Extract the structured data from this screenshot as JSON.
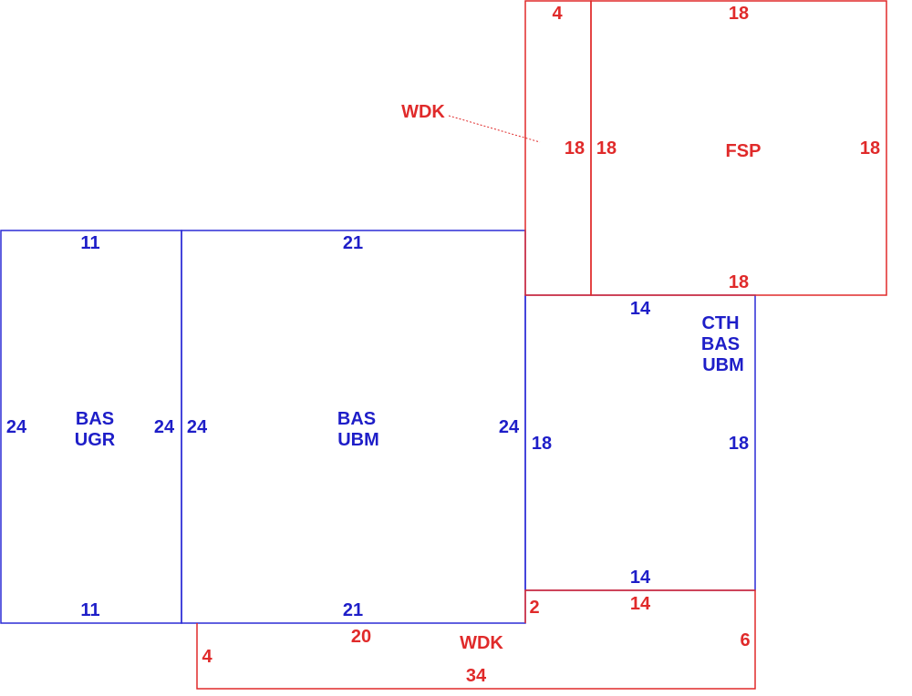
{
  "colors": {
    "main_structure": "#2b2bd6",
    "porch_deck": "#e02a2a"
  },
  "areas": {
    "bas_ugr": {
      "lines": [
        "BAS",
        "UGR"
      ],
      "dims": {
        "top": "11",
        "bottom": "11",
        "left": "24",
        "right": "24"
      }
    },
    "bas_ubm": {
      "lines": [
        "BAS",
        "UBM"
      ],
      "dims": {
        "top": "21",
        "bottom": "21",
        "left": "24",
        "right": "24"
      }
    },
    "cth_bas_ubm": {
      "lines": [
        "CTH",
        "BAS",
        "UBM"
      ],
      "dims": {
        "top": "14",
        "bottom": "14",
        "left": "18",
        "right": "18"
      }
    },
    "wdk_upper": {
      "label": "WDK",
      "dims": {
        "top": "4",
        "right": "18"
      }
    },
    "fsp": {
      "label": "FSP",
      "dims": {
        "top": "18",
        "bottom": "18",
        "left": "18",
        "right": "18"
      }
    },
    "wdk_lower": {
      "label": "WDK",
      "dims": {
        "top_left": "20",
        "top_right": "14",
        "bottom": "34",
        "left": "4",
        "right": "6",
        "step": "2"
      }
    }
  }
}
